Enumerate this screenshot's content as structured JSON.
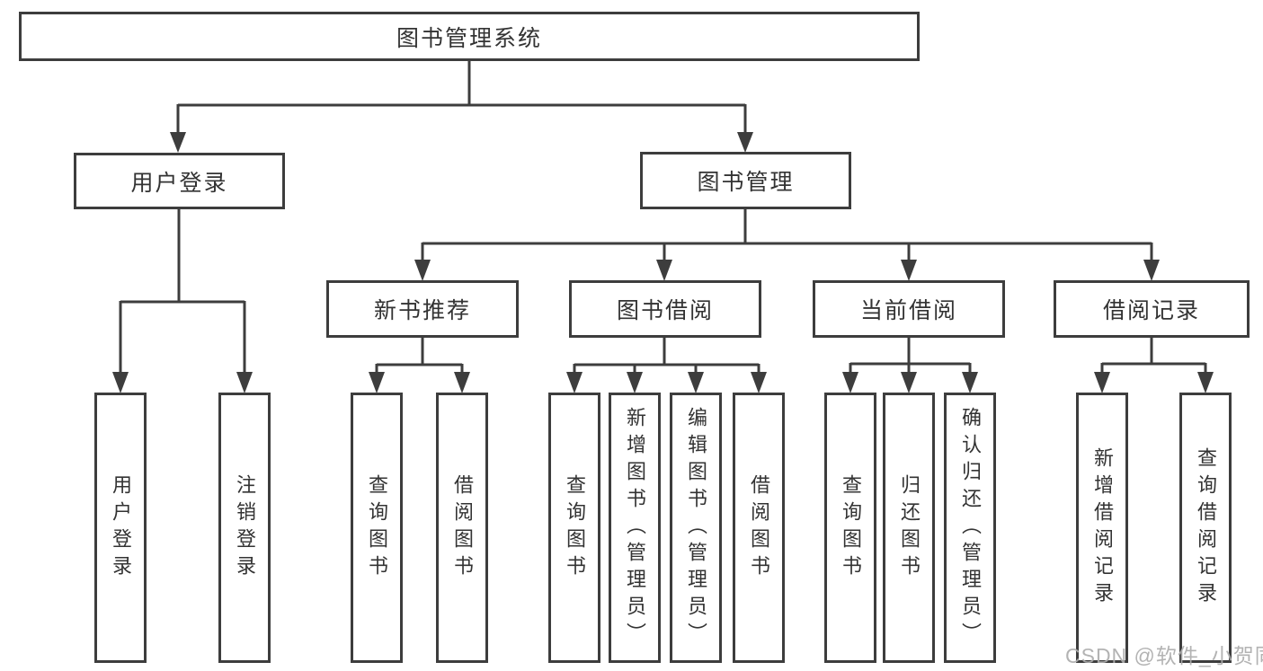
{
  "nodes": {
    "root": "图书管理系统",
    "level2": [
      "用户登录",
      "图书管理"
    ],
    "level3": [
      "新书推荐",
      "图书借阅",
      "当前借阅",
      "借阅记录"
    ],
    "leaves_user_login": [
      "用户登录",
      "注销登录"
    ],
    "leaves_new_book": [
      "查询图书",
      "借阅图书"
    ],
    "leaves_book_borrow": [
      "查询图书",
      "新增图书（管理员）",
      "编辑图书（管理员）",
      "借阅图书"
    ],
    "leaves_current_borrow": [
      "查询图书",
      "归还图书",
      "确认归还（管理员）"
    ],
    "leaves_borrow_record": [
      "新增借阅记录",
      "查询借阅记录"
    ]
  },
  "watermark": "CSDN @软件_小贺同学",
  "colors": {
    "line": "#3d3d3d",
    "text": "#333333",
    "box_background": "#ffffff",
    "page_background": "#ffffff",
    "watermark": "#acacac"
  }
}
